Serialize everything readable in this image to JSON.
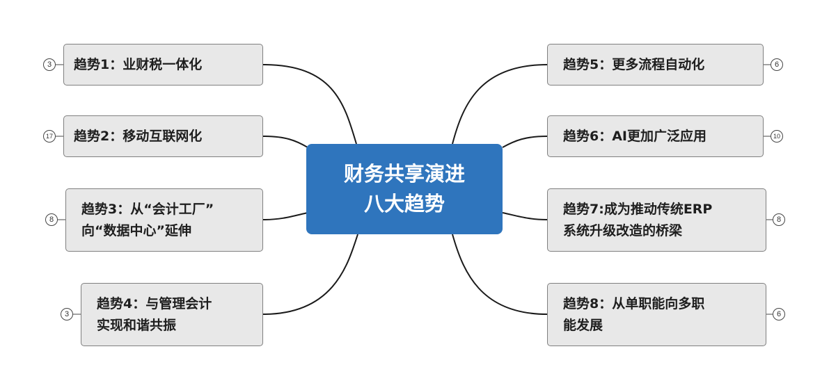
{
  "central": {
    "title": "财务共享演进\n八大趋势"
  },
  "colors": {
    "central_fill": "#2f75bd",
    "topic_fill": "#e8e8e8",
    "topic_border": "#7f7f7f",
    "line": "#1a1a1a"
  },
  "trends": [
    {
      "text": "趋势1：业财税一体化",
      "children": "3"
    },
    {
      "text": "趋势2：移动互联网化",
      "children": "17"
    },
    {
      "text": "趋势3：从“会计工厂”\n向“数据中心”延伸",
      "children": "8"
    },
    {
      "text": "趋势4：与管理会计\n实现和谐共振",
      "children": "3"
    },
    {
      "text": "趋势5：更多流程自动化",
      "children": "6"
    },
    {
      "text": "趋势6：AI更加广泛应用",
      "children": "10"
    },
    {
      "text": "趋势7:成为推动传统ERP\n系统升级改造的桥梁",
      "children": "8"
    },
    {
      "text": "趋势8：从单职能向多职\n能发展",
      "children": "6"
    }
  ]
}
